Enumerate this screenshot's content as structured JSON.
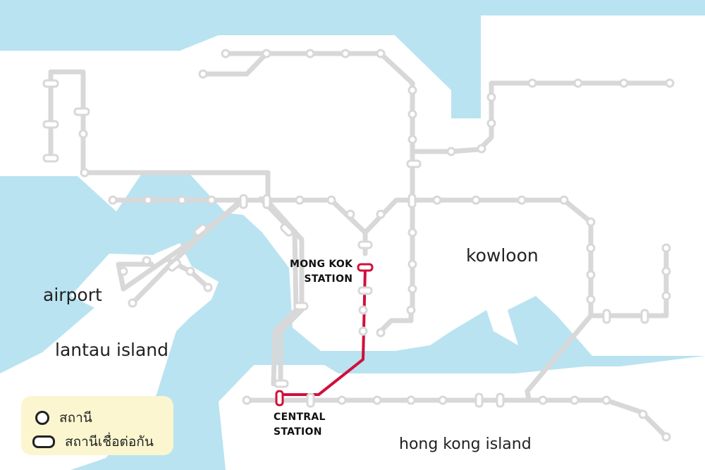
{
  "areas": {
    "airport": "airport",
    "lantau": "lantau island",
    "kowloon": "kowloon",
    "hongkong": "hong kong island"
  },
  "stations": {
    "mongkok": {
      "line1": "MONG KOK",
      "line2": "STATION"
    },
    "central": {
      "line1": "CENTRAL",
      "line2": "STATION"
    }
  },
  "legend": {
    "station": "สถานี",
    "interchange": "สถานีเชื่อต่อกัน"
  },
  "colors": {
    "water": "#b9e3f1",
    "land": "#ffffff",
    "route": "#d8d8d8",
    "highlight": "#d0103a",
    "legend_bg": "#fbf6cf"
  }
}
